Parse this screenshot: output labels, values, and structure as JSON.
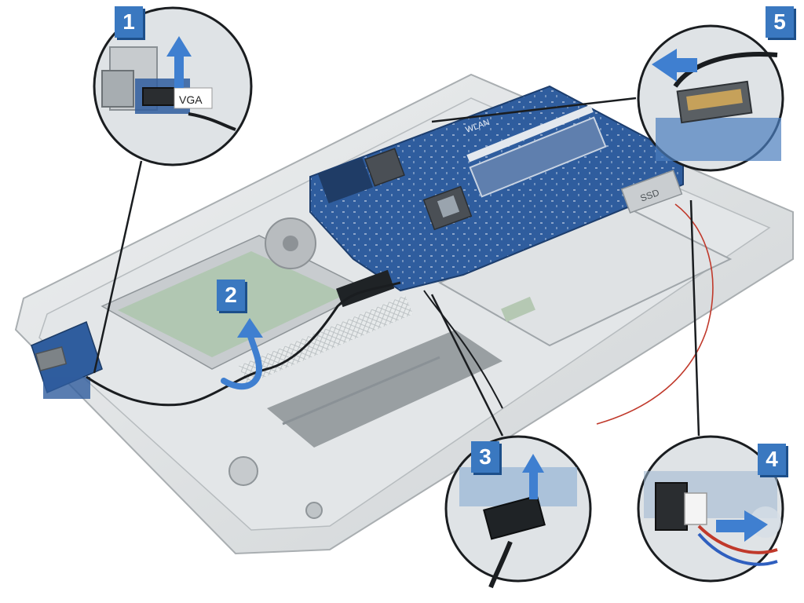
{
  "steps": [
    {
      "number": "1"
    },
    {
      "number": "2"
    },
    {
      "number": "3"
    },
    {
      "number": "4"
    },
    {
      "number": "5"
    }
  ],
  "labels": {
    "vga": "VGA",
    "ssd": "SSD",
    "wlan": "WLAN"
  },
  "colors": {
    "badge": "#3a78c0",
    "arrow": "#3f7fd0",
    "board": "#2f5d9e",
    "chassis": "#d9dcde"
  },
  "icons": [
    "up-arrow-icon",
    "curved-arrow-icon",
    "left-arrow-icon",
    "right-arrow-icon"
  ]
}
